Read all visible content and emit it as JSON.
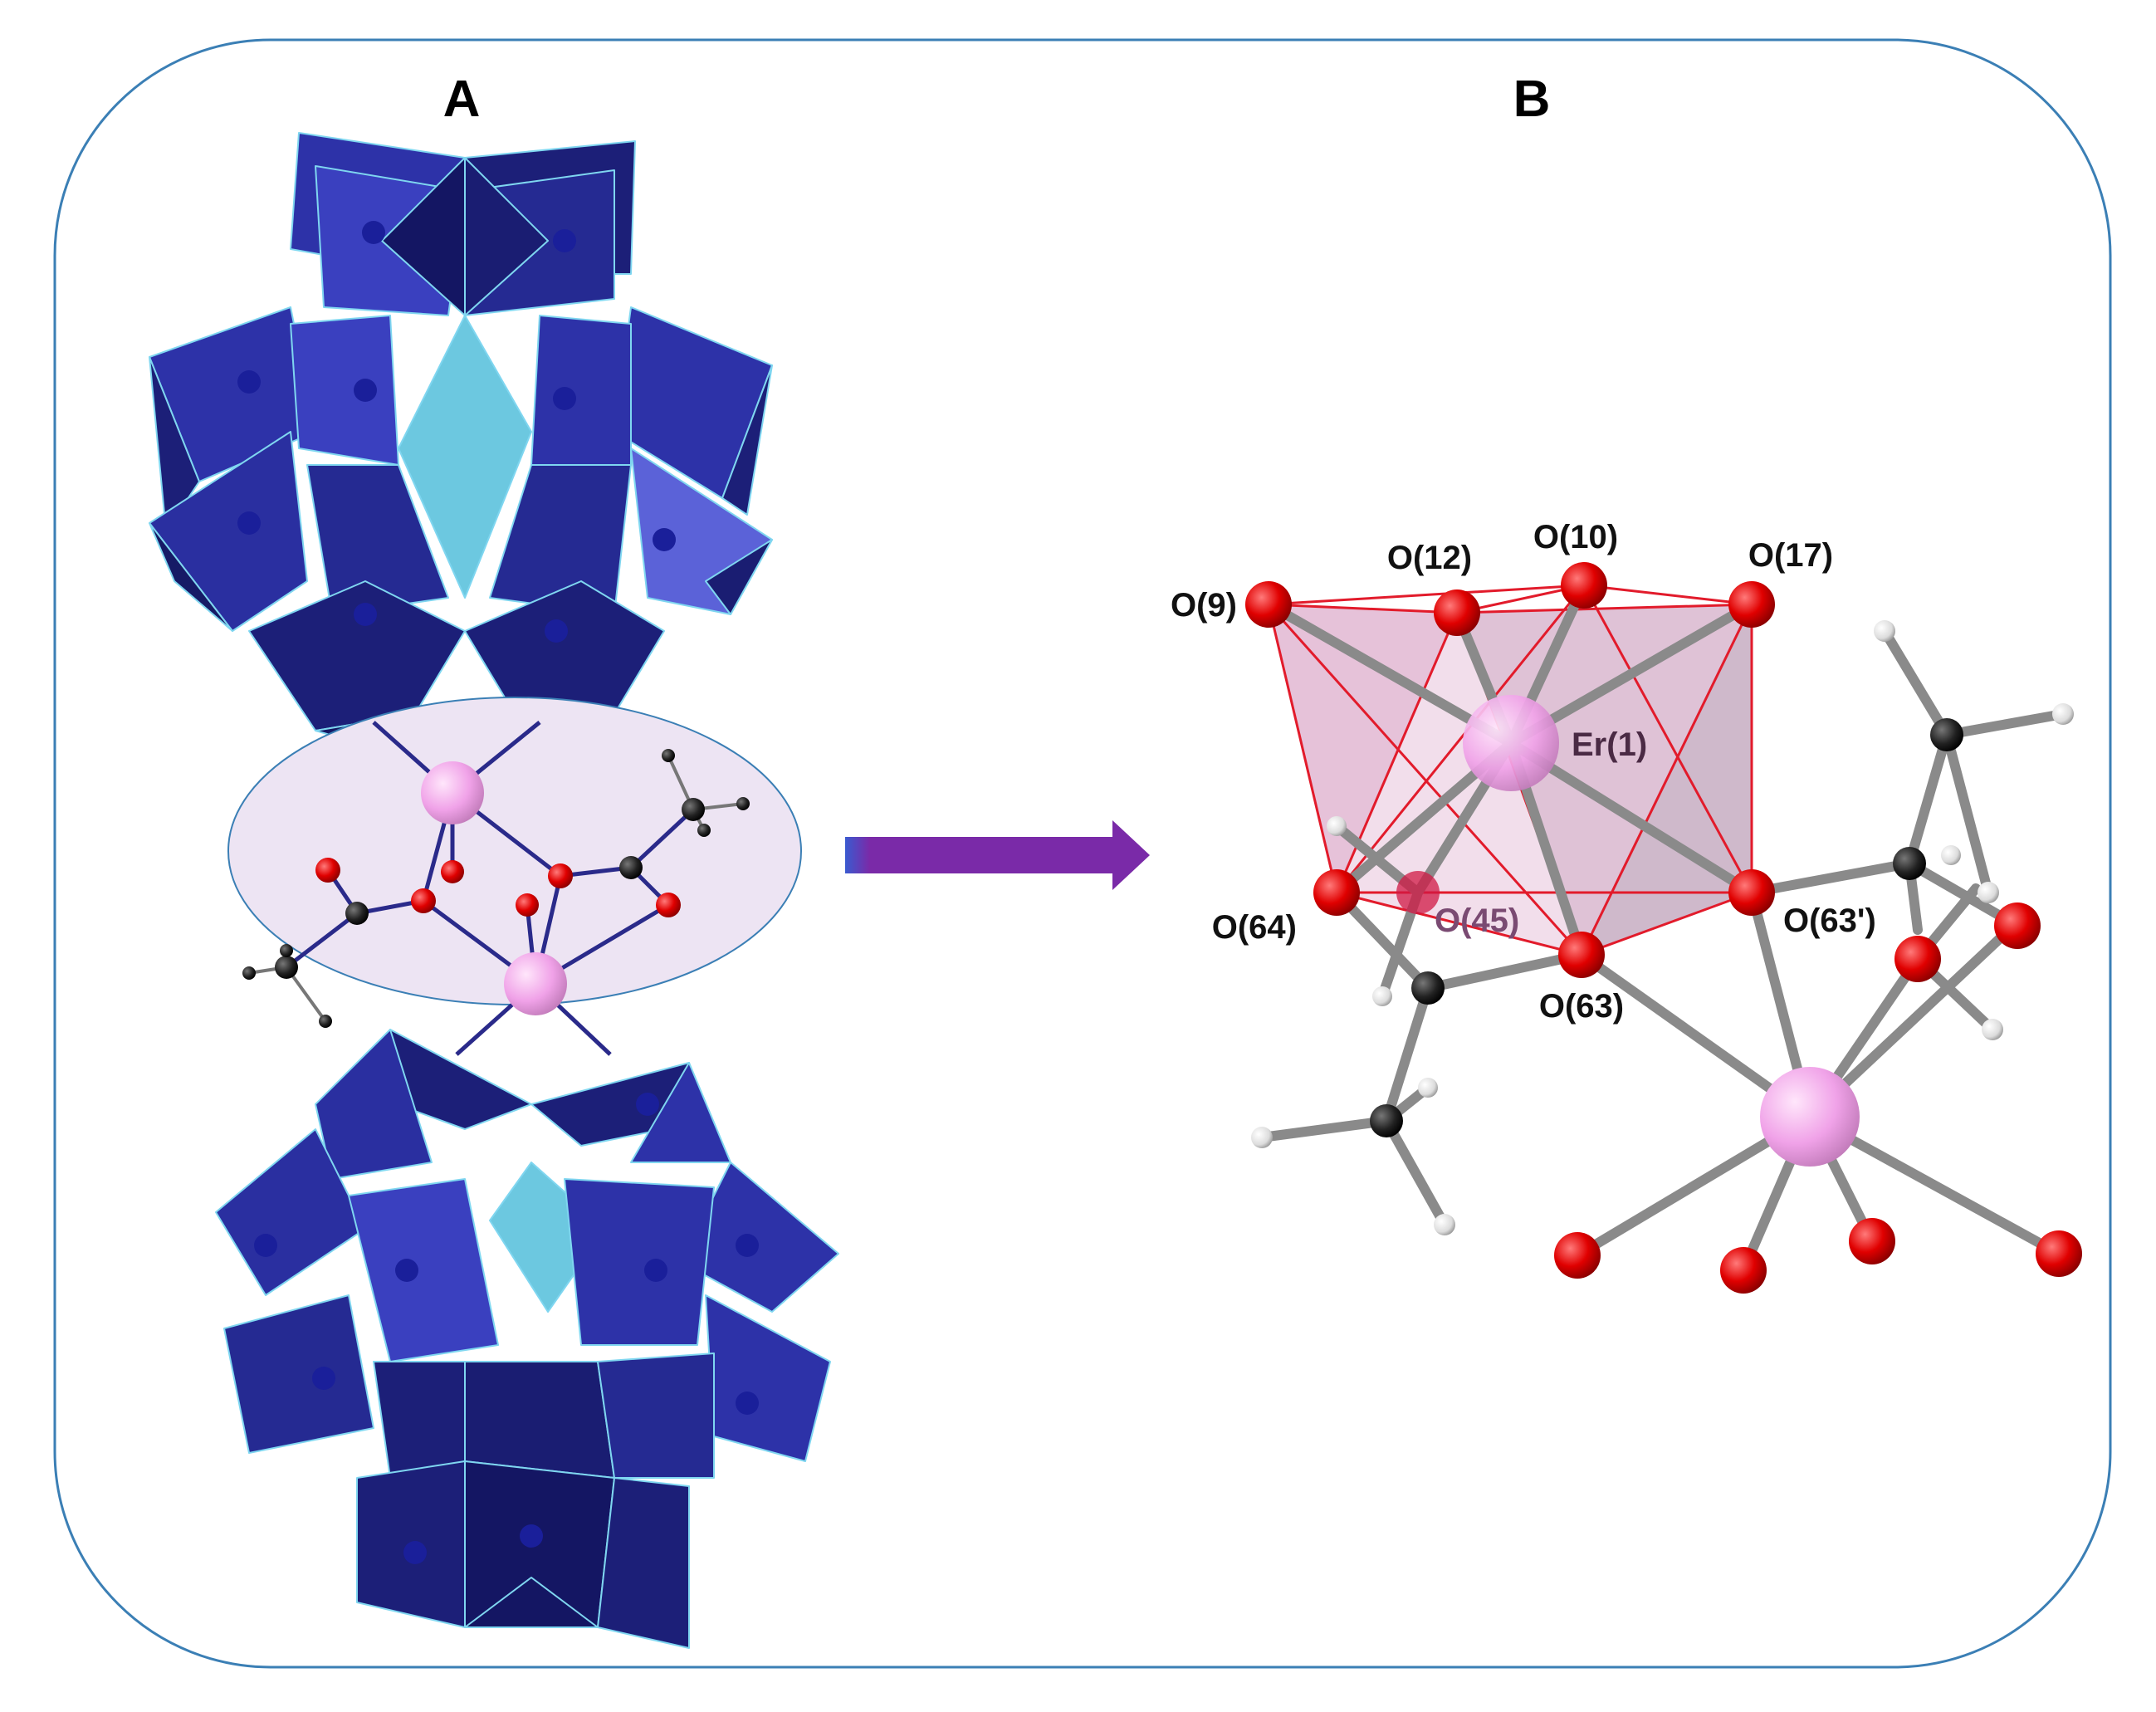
{
  "panels": {
    "a": {
      "label": "A"
    },
    "b": {
      "label": "B"
    }
  },
  "atom_labels": {
    "o9": "O(9)",
    "o12": "O(12)",
    "o10": "O(10)",
    "o17": "O(17)",
    "er1": "Er(1)",
    "o64": "O(64)",
    "o45": "O(45)",
    "o63": "O(63)",
    "o63p": "O(63')"
  },
  "colors": {
    "frame": "#3b7fb5",
    "polyhedron_dark": "#1c1f78",
    "polyhedron_mid": "#2d32a8",
    "polyhedron_light": "#5b62d8",
    "polyhedron_edge": "#7fd6f0",
    "central_tetrahedron": "#6cc8e0",
    "erbium": "#f2a6ec",
    "oxygen": "#e00000",
    "carbon": "#222222",
    "hydrogen": "#e8e8e8",
    "bond_grey": "#8a8a8a",
    "bond_blue": "#2a2a8a",
    "coordination_polyhedron": "#d9a3c4",
    "coordination_edge": "#e21b2b",
    "ellipse_fill": "#ede4f3",
    "arrow": "#7a2aa8"
  }
}
